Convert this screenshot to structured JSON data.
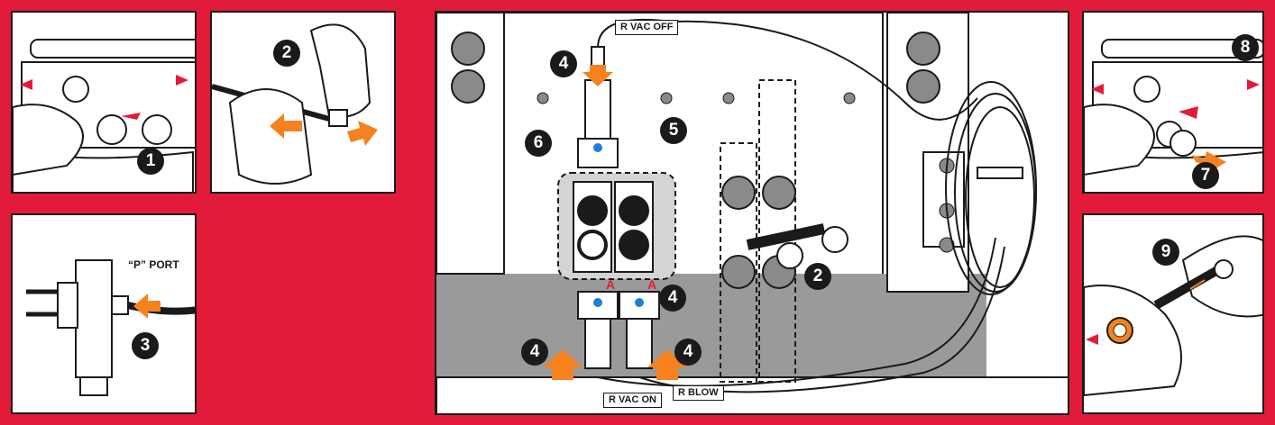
{
  "colors": {
    "background": "#e31b3b",
    "arrow": "#f5821f",
    "red_arrow": "#e31b3b",
    "badge": "#1a1a1a",
    "indicator": "#1e7fd8"
  },
  "steps": {
    "s1": "1",
    "s2": "2",
    "s3": "3",
    "s4": "4",
    "s5": "5",
    "s6": "6",
    "s7": "7",
    "s8": "8",
    "s9": "9"
  },
  "labels": {
    "p_port": "“P” PORT",
    "r_vac_off": "R VAC OFF",
    "r_vac_on": "R VAC ON",
    "r_blow": "R BLOW",
    "valve_mark": "A"
  }
}
